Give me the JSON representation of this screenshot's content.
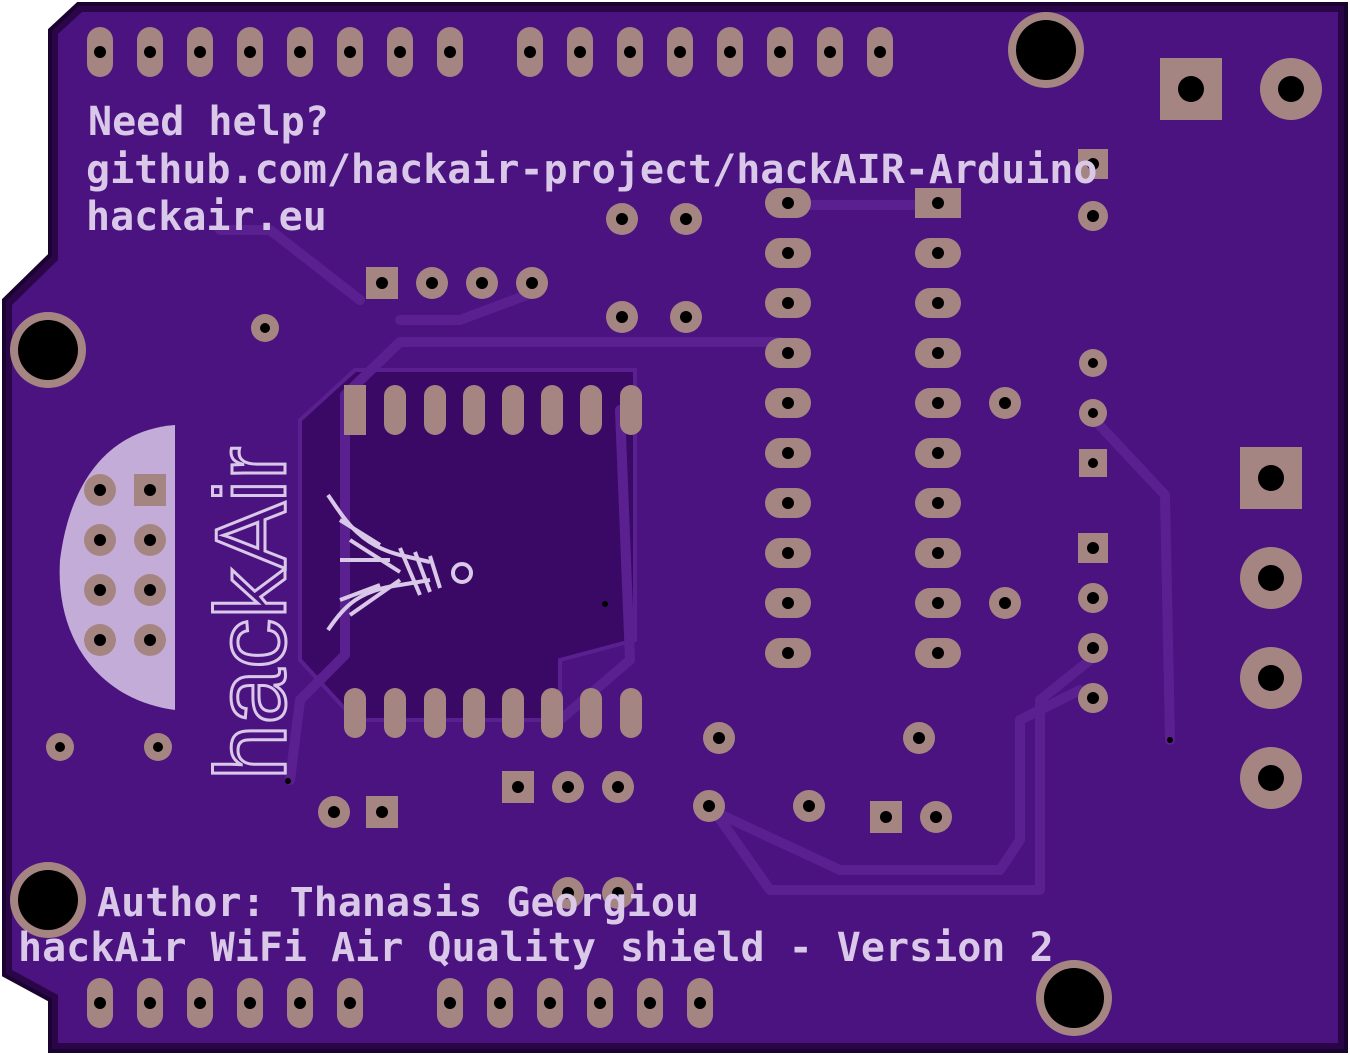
{
  "silkscreen": {
    "help_line": "Need help?",
    "repo_line": "github.com/hackair-project/hackAIR-Arduino",
    "site_line": "hackair.eu",
    "author_line": "Author: Thanasis Georgiou",
    "shield_line": "hackAir WiFi Air Quality shield - Version 2",
    "logo_text": "hackAir"
  },
  "colors": {
    "board": "#3f0a66",
    "board_edge": "#2a0648",
    "copper_pour": "#4a1380",
    "pad": "#a58582",
    "silk": "#d9c8e8",
    "hole": "#000000"
  }
}
